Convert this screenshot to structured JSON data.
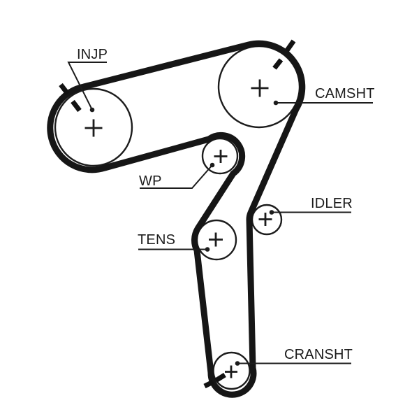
{
  "diagram": {
    "type": "timing-belt-routing",
    "background_color": "#ffffff",
    "line_color": "#1c1c1c",
    "belt_color": "#161616",
    "pulleys": [
      {
        "id": "injp",
        "label": "INJP",
        "timing_mark": true
      },
      {
        "id": "camsht",
        "label": "CAMSHT",
        "timing_mark": true
      },
      {
        "id": "wp",
        "label": "WP",
        "timing_mark": false
      },
      {
        "id": "idler",
        "label": "IDLER",
        "timing_mark": false
      },
      {
        "id": "tens",
        "label": "TENS",
        "timing_mark": false
      },
      {
        "id": "cransht",
        "label": "CRANSHT",
        "timing_mark": true
      }
    ]
  },
  "labels": {
    "injp": "INJP",
    "camsht": "CAMSHT",
    "wp": "WP",
    "idler": "IDLER",
    "tens": "TENS",
    "cransht": "CRANSHT"
  }
}
